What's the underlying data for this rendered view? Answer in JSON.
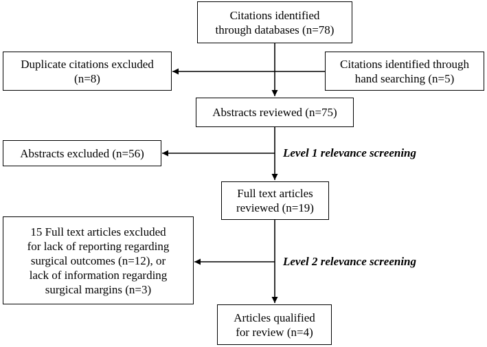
{
  "boxes": {
    "identified": {
      "line1": "Citations identified",
      "line2": "through databases (n=78)"
    },
    "duplicates": {
      "line1": "Duplicate citations excluded",
      "line2": "(n=8)"
    },
    "hand_search": {
      "line1": "Citations identified through",
      "line2": "hand searching (n=5)"
    },
    "abstracts_reviewed": {
      "line1": "Abstracts reviewed (n=75)"
    },
    "abstracts_excluded": {
      "line1": "Abstracts excluded (n=56)"
    },
    "full_text_reviewed": {
      "line1": "Full text articles",
      "line2": "reviewed (n=19)"
    },
    "full_text_excluded": {
      "line1": "15 Full text articles excluded",
      "line2": "for lack of reporting regarding",
      "line3": "surgical outcomes (n=12), or",
      "line4": "lack of information regarding",
      "line5": "surgical margins (n=3)"
    },
    "qualified": {
      "line1": "Articles qualified",
      "line2": "for review (n=4)"
    }
  },
  "labels": {
    "level1": "Level 1 relevance screening",
    "level2": "Level 2 relevance screening"
  }
}
